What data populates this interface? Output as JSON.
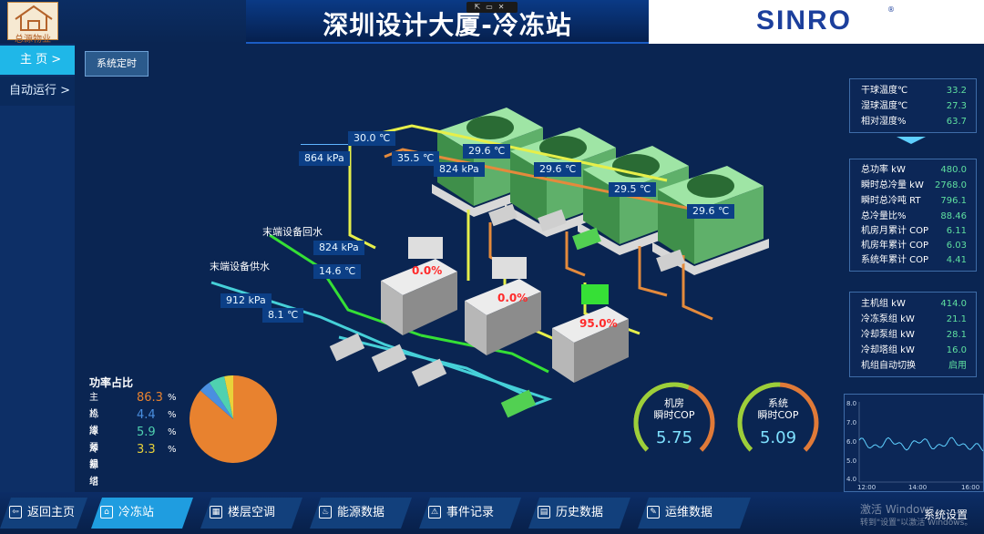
{
  "header": {
    "title": "深圳设计大厦-冷冻站",
    "brand": "SINRO",
    "brand_reg": "®",
    "logo_text": "总源物业"
  },
  "nav": {
    "home": "主 页 >",
    "auto": "自动运行 >"
  },
  "schedule_button": "系统定时",
  "scene": {
    "tags": {
      "t1_temp": "30.0 ℃",
      "t1_press": "864 kPa",
      "t2_temp": "35.5 ℃",
      "t2_press": "824 kPa",
      "tower1": "29.6 ℃",
      "tower2": "29.6 ℃",
      "tower3": "29.5 ℃",
      "tower4": "29.6 ℃",
      "return_press": "824 kPa",
      "return_temp": "14.6 ℃",
      "supply_press": "912 kPa",
      "supply_temp": "8.1  ℃"
    },
    "return_label": "末端设备回水",
    "supply_label": "末端设备供水",
    "chiller_loads": [
      "0.0%",
      "0.0%",
      "95.0%"
    ]
  },
  "env_panel": [
    {
      "k": "干球温度℃",
      "v": "33.2"
    },
    {
      "k": "湿球温度℃",
      "v": "27.3"
    },
    {
      "k": "相对湿度%",
      "v": "63.7"
    }
  ],
  "perf_panel": [
    {
      "k": "总功率 kW",
      "v": "480.0"
    },
    {
      "k": "瞬时总冷量 kW",
      "v": "2768.0"
    },
    {
      "k": "瞬时总冷吨 RT",
      "v": "796.1"
    },
    {
      "k": "总冷量比%",
      "v": "88.46"
    },
    {
      "k": "机房月累计 COP",
      "v": "6.11"
    },
    {
      "k": "机房年累计 COP",
      "v": "6.03"
    },
    {
      "k": "系统年累计 COP",
      "v": "4.41"
    }
  ],
  "power_panel": [
    {
      "k": "主机组 kW",
      "v": "414.0"
    },
    {
      "k": "冷冻泵组 kW",
      "v": "21.1"
    },
    {
      "k": "冷却泵组 kW",
      "v": "28.1"
    },
    {
      "k": "冷却塔组 kW",
      "v": "16.0"
    },
    {
      "k": "机组自动切换",
      "v": "启用"
    }
  ],
  "power_share": {
    "title": "功率占比",
    "items": [
      {
        "name": "主机组",
        "value": "86.3",
        "unit": "%",
        "color": "#e8822f"
      },
      {
        "name": "冷冻泵组",
        "value": "4.4",
        "unit": "%",
        "color": "#4a8fe0"
      },
      {
        "name": "冷却泵组",
        "value": "5.9",
        "unit": "%",
        "color": "#4fd1b0"
      },
      {
        "name": "冷却塔组",
        "value": "3.3",
        "unit": "%",
        "color": "#e8d23a"
      }
    ]
  },
  "gauges": [
    {
      "label1": "机房",
      "label2": "瞬时COP",
      "value": "5.75",
      "fraction": 0.58
    },
    {
      "label1": "系统",
      "label2": "瞬时COP",
      "value": "5.09",
      "fraction": 0.51
    }
  ],
  "trend": {
    "y_ticks": [
      "8.0",
      "7.0",
      "6.0",
      "5.0",
      "4.0"
    ],
    "x_ticks": [
      "12:00",
      "14:00",
      "16:00"
    ],
    "color": "#5fd0ff"
  },
  "tabs": [
    {
      "label": "返回主页",
      "icon": "back-icon"
    },
    {
      "label": "冷冻站",
      "icon": "home-icon"
    },
    {
      "label": "楼层空调",
      "icon": "building-icon"
    },
    {
      "label": "能源数据",
      "icon": "energy-icon"
    },
    {
      "label": "事件记录",
      "icon": "alarm-icon"
    },
    {
      "label": "历史数据",
      "icon": "calendar-icon"
    },
    {
      "label": "运维数据",
      "icon": "maintenance-icon"
    }
  ],
  "system_settings": "系统设置",
  "watermark": {
    "line1": "激活 Windows",
    "line2": "转到\"设置\"以激活 Windows。"
  }
}
